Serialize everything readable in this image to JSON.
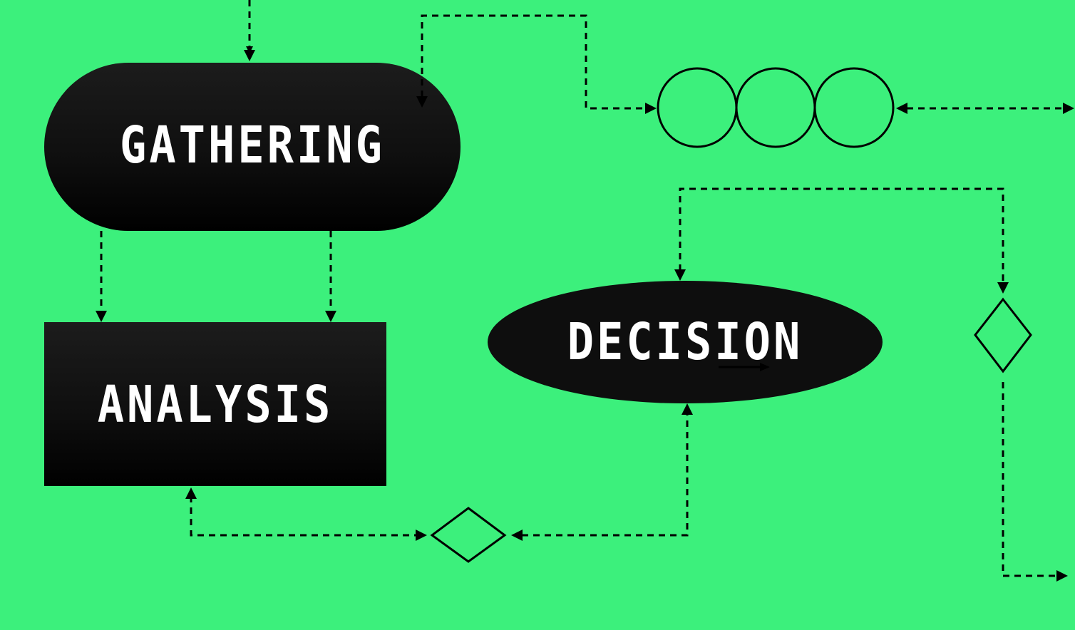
{
  "diagram": {
    "background_color": "#3cf07c",
    "node_color": "#0e0e0e",
    "nodes": {
      "gathering": {
        "label": "GATHERING",
        "shape": "pill"
      },
      "analysis": {
        "label": "ANALYSIS",
        "shape": "rectangle"
      },
      "decision": {
        "label": "DECISION",
        "shape": "ellipse"
      },
      "circles": {
        "count": 3,
        "shape": "circle-chain"
      },
      "diamond_right": {
        "shape": "diamond"
      },
      "diamond_bottom": {
        "shape": "diamond"
      }
    },
    "edges": [
      {
        "from": "top-edge",
        "to": "gathering",
        "style": "dashed"
      },
      {
        "from": "gathering",
        "to": "circles",
        "style": "dashed"
      },
      {
        "from": "circles",
        "to": "right-edge",
        "style": "dashed-bidirectional"
      },
      {
        "from": "gathering",
        "to": "analysis",
        "style": "dashed",
        "count": 2
      },
      {
        "from": "decision",
        "to": "diamond_right",
        "style": "dashed"
      },
      {
        "from": "diamond_right",
        "to": "right-edge",
        "style": "dashed"
      },
      {
        "from": "diamond_bottom",
        "to": "analysis",
        "style": "dashed"
      },
      {
        "from": "diamond_bottom",
        "to": "decision",
        "style": "dashed"
      }
    ]
  }
}
